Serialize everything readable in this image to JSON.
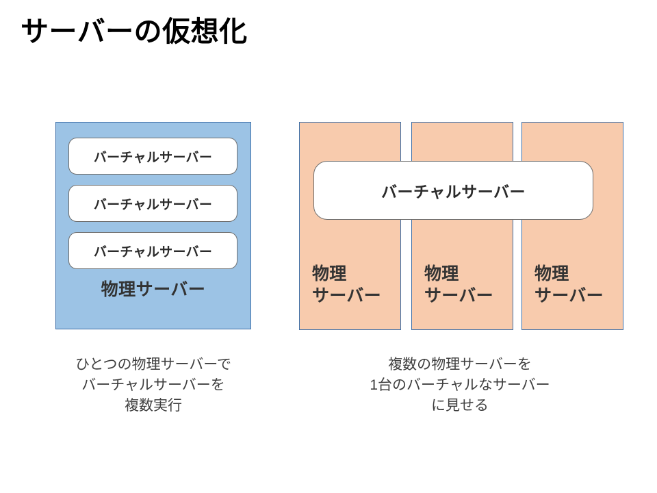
{
  "slide": {
    "title": "サーバーの仮想化",
    "background_color": "#FFFFFF",
    "title_color": "#000000"
  },
  "left_diagram": {
    "panel_color": "#9CC3E5",
    "panel_border_color": "#3E6FA8",
    "virtual_boxes": [
      {
        "label": "バーチャルサーバー"
      },
      {
        "label": "バーチャルサーバー"
      },
      {
        "label": "バーチャルサーバー"
      }
    ],
    "physical_label": "物理サーバー",
    "caption_lines": [
      "ひとつの物理サーバーで",
      "バーチャルサーバーを",
      "複数実行"
    ]
  },
  "right_diagram": {
    "column_color": "#F8CBAD",
    "column_border_color": "#3E6FA8",
    "physical_columns": [
      {
        "line1": "物理",
        "line2": "サーバー"
      },
      {
        "line1": "物理",
        "line2": "サーバー"
      },
      {
        "line1": "物理",
        "line2": "サーバー"
      }
    ],
    "virtual_label": "バーチャルサーバー",
    "caption_lines": [
      "複数の物理サーバーを",
      "1台のバーチャルなサーバー",
      "に見せる"
    ]
  }
}
